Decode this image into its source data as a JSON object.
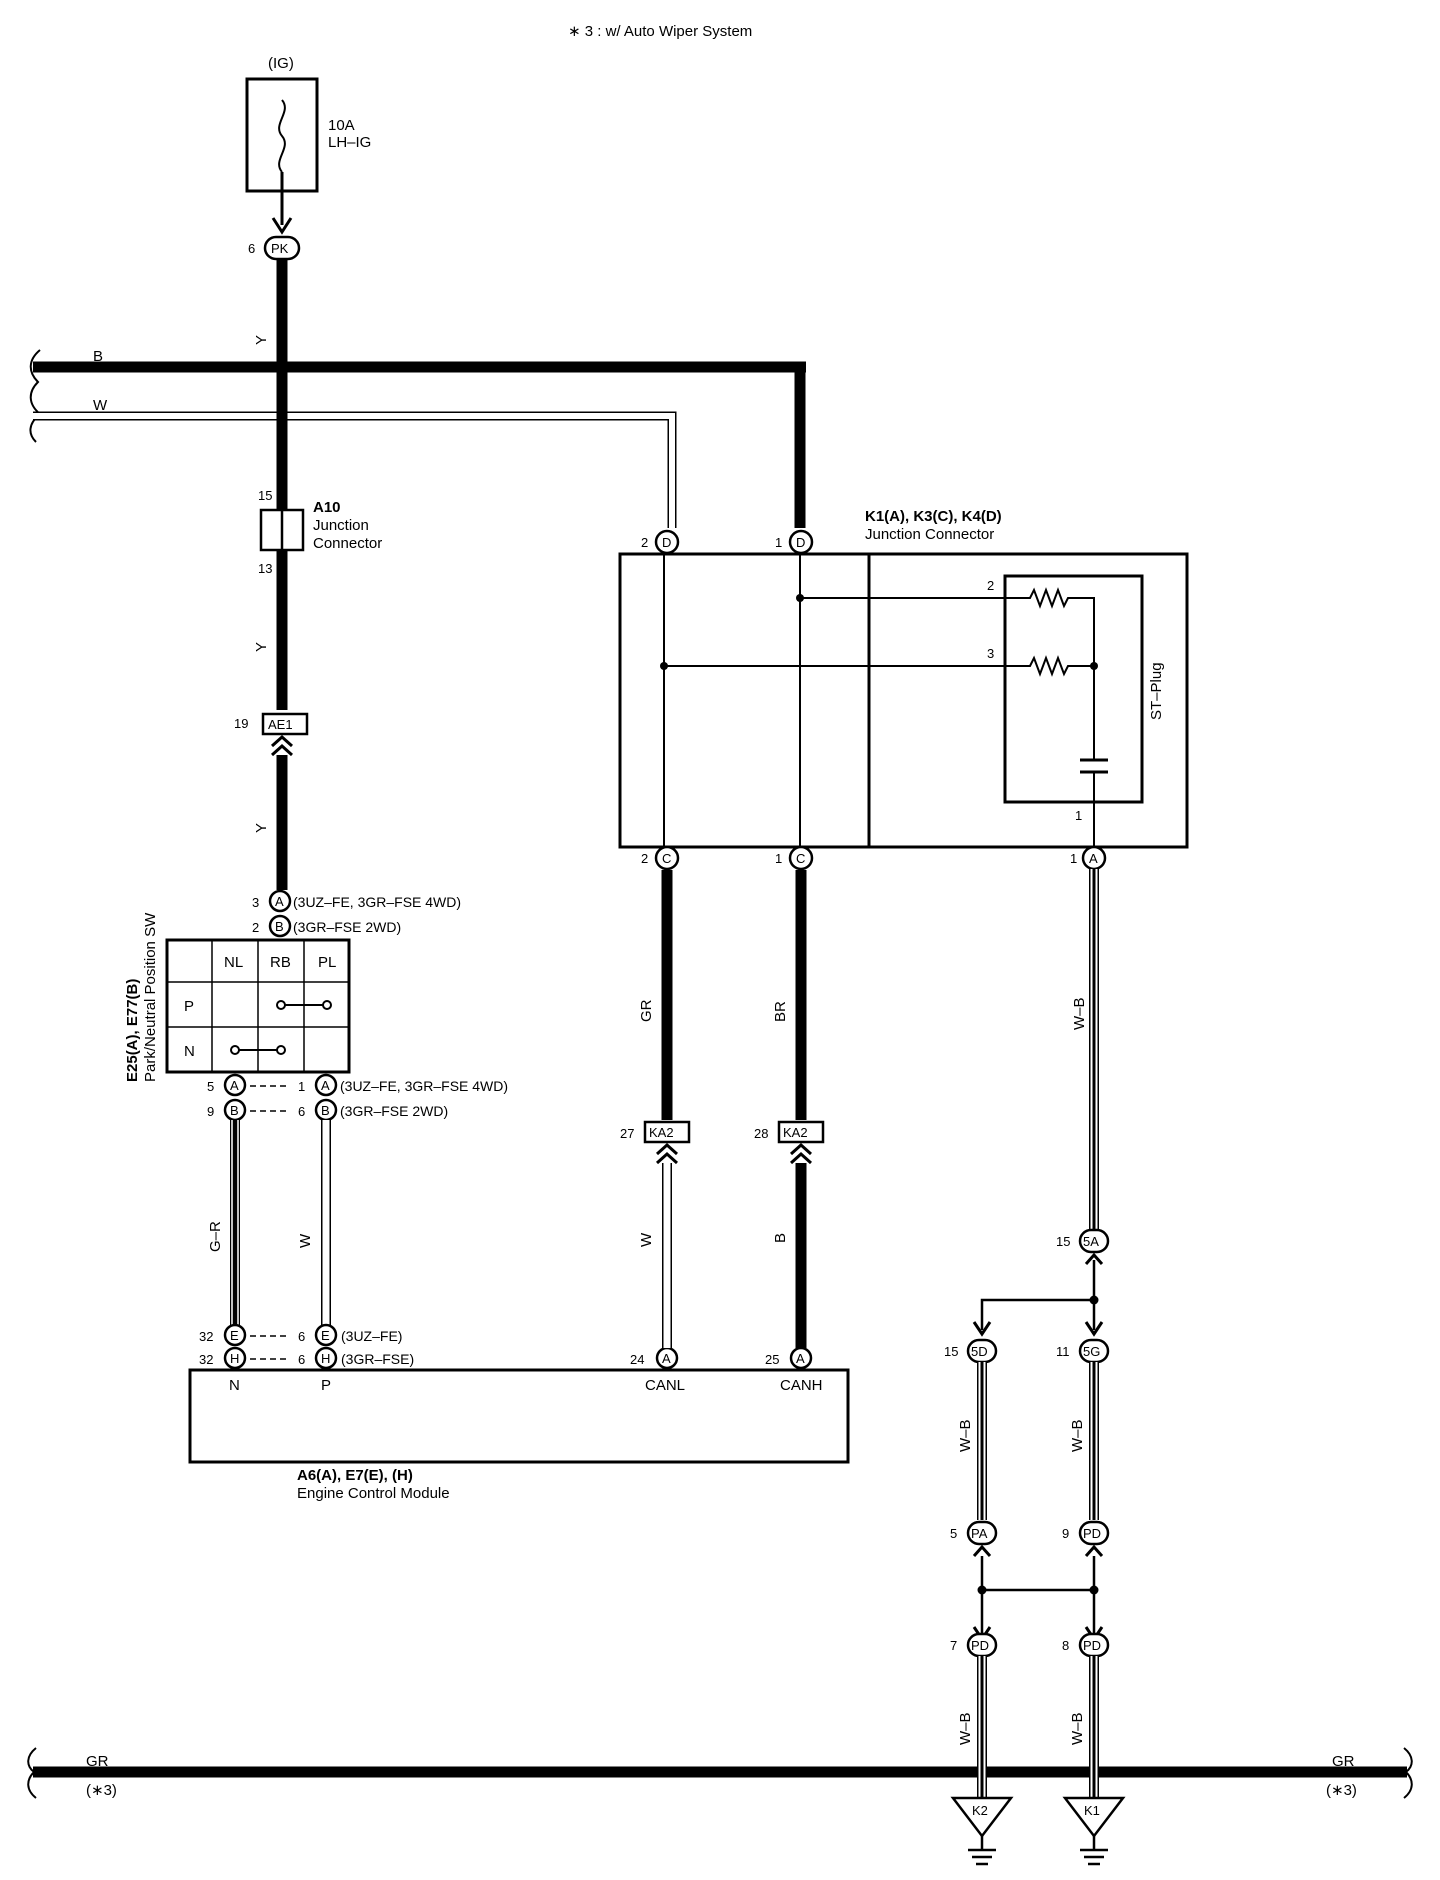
{
  "header": {
    "note": "∗ 3 : w/ Auto Wiper System"
  },
  "fuse": {
    "supply": "(IG)",
    "rating": "10A",
    "name": "LH–IG",
    "pin": "6",
    "connector": "PK"
  },
  "wires": {
    "y1": "Y",
    "b_bus": "B",
    "w_bus": "W",
    "y2": "Y",
    "y3": "Y",
    "gr_kj": "GR",
    "br_kj": "BR",
    "wb_kj": "W–B",
    "w_can": "W",
    "b_can": "B",
    "gr_ecm": "G–R",
    "w_ecm": "W",
    "wb_5d": "W–B",
    "wb_5g": "W–B",
    "wb_k2": "W–B",
    "wb_k1": "W–B"
  },
  "a10": {
    "pin_top": "15",
    "pin_bottom": "13",
    "id": "A10",
    "line1": "Junction",
    "line2": "Connector"
  },
  "ae1": {
    "pin": "19",
    "id": "AE1"
  },
  "pnp": {
    "pinA": "3",
    "pinB": "2",
    "A": "A",
    "B": "B",
    "noteA": "(3UZ–FE,  3GR–FSE 4WD)",
    "noteB": "(3GR–FSE 2WD)",
    "headers": [
      "NL",
      "RB",
      "PL"
    ],
    "rows": [
      "P",
      "N"
    ],
    "id": "E25(A), E77(B)",
    "name": "Park/Neutral Position SW",
    "bot_l_A": "5",
    "bot_l_B": "9",
    "bot_r_A": "1",
    "bot_r_B": "6",
    "note_bot_A": "(3UZ–FE,  3GR–FSE 4WD)",
    "note_bot_B": "(3GR–FSE 2WD)"
  },
  "junction": {
    "id": "K1(A), K3(C), K4(D)",
    "name": "Junction Connector",
    "plug": "ST–Plug",
    "d2": "2",
    "d1": "1",
    "D": "D",
    "C": "C",
    "A": "A",
    "c2": "2",
    "c1": "1",
    "a1": "1",
    "r2": "2",
    "r3": "3",
    "r1": "1"
  },
  "ka2": {
    "id": "KA2",
    "pin_l": "27",
    "pin_r": "28"
  },
  "ecm": {
    "id": "A6(A), E7(E), (H)",
    "name": "Engine Control Module",
    "E": "E",
    "H": "H",
    "A": "A",
    "pinE_l": "32",
    "pinH_l": "32",
    "pinE_r": "6",
    "pinH_r": "6",
    "noteE": "(3UZ–FE)",
    "noteH": "(3GR–FSE)",
    "pin_canl": "24",
    "pin_canh": "25",
    "N": "N",
    "P": "P",
    "canl": "CANL",
    "canh": "CANH"
  },
  "conn5a": {
    "pin": "15",
    "id": "5A"
  },
  "conn5d": {
    "pin": "15",
    "id": "5D"
  },
  "conn5g": {
    "pin": "11",
    "id": "5G"
  },
  "connPA": {
    "pin": "5",
    "id": "PA"
  },
  "connPD1": {
    "pin": "9",
    "id": "PD"
  },
  "connPD2": {
    "pin": "7",
    "id": "PD"
  },
  "connPD3": {
    "pin": "8",
    "id": "PD"
  },
  "gr_bus": {
    "label_l": "GR",
    "label_r": "GR",
    "note_l": "(∗3)",
    "note_r": "(∗3)"
  },
  "grounds": {
    "k2": "K2",
    "k1": "K1"
  }
}
